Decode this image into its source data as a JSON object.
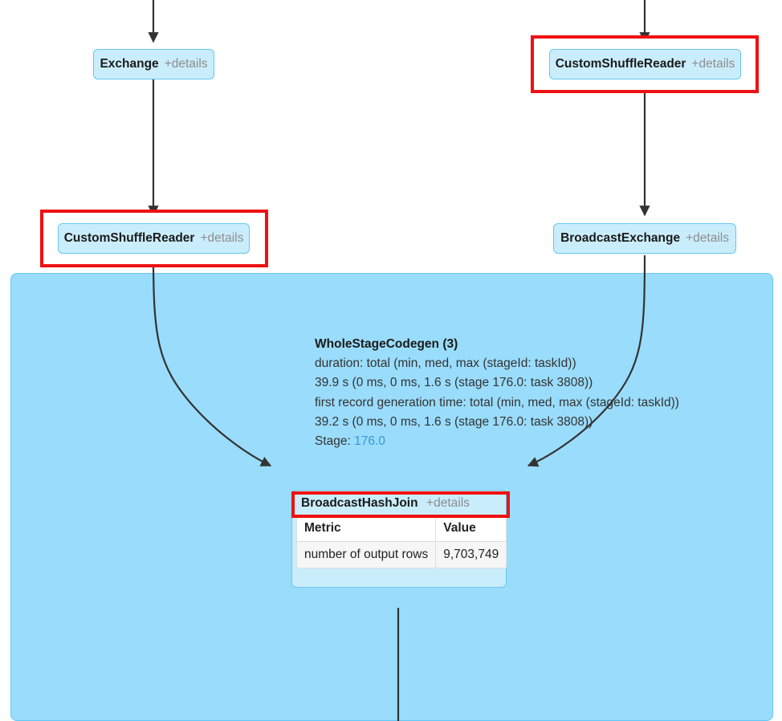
{
  "graph": {
    "title": "Spark SQL query plan graph",
    "colors": {
      "node_fill": "#CAEDFC",
      "node_border": "#66C8F2",
      "cluster_fill": "#9ADCFB",
      "cluster_border": "#63C8F5",
      "highlight": "#EE1111",
      "link": "#3399dd",
      "details_link": "#8c8c8c",
      "edge": "#333333",
      "table_header_bg": "#ffffff",
      "table_row_bg": "#f6f6f6"
    },
    "details_label": "+details"
  },
  "nodes": {
    "exchange": {
      "name": "Exchange",
      "details": "+details",
      "highlighted": false
    },
    "custom_shuffle_reader_top_right": {
      "name": "CustomShuffleReader",
      "details": "+details",
      "highlighted": true
    },
    "custom_shuffle_reader_left": {
      "name": "CustomShuffleReader",
      "details": "+details",
      "highlighted": true
    },
    "broadcast_exchange": {
      "name": "BroadcastExchange",
      "details": "+details",
      "highlighted": false
    },
    "broadcast_hash_join": {
      "name": "BroadcastHashJoin",
      "details": "+details",
      "highlighted": true,
      "metrics_table": {
        "columns": [
          "Metric",
          "Value"
        ],
        "rows": [
          [
            "number of output rows",
            "9,703,749"
          ]
        ]
      }
    }
  },
  "cluster": {
    "title": "WholeStageCodegen (3)",
    "lines": [
      "duration: total (min, med, max (stageId: taskId))",
      "39.9 s (0 ms, 0 ms, 1.6 s (stage 176.0: task 3808))",
      "first record generation time: total (min, med, max (stageId: taskId))",
      "39.2 s (0 ms, 0 ms, 1.6 s (stage 176.0: task 3808))"
    ],
    "stage_label": "Stage:",
    "stage_value": "176.0"
  }
}
